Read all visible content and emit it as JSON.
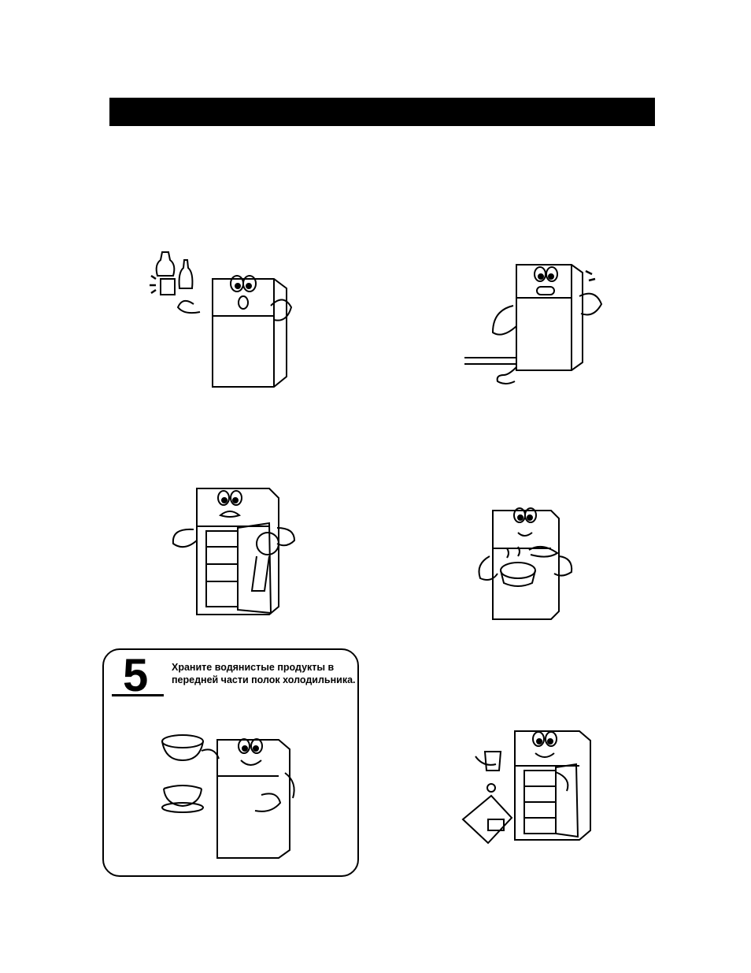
{
  "tip_5": {
    "number": "5",
    "text_line_1": "Храните водянистые продукты в",
    "text_line_2": "передней части полок холодильника."
  },
  "colors": {
    "ink": "#000000",
    "paper": "#ffffff"
  },
  "icons": {
    "illustration_1": "fridge-with-bottles-icon",
    "illustration_2": "fridge-unplugged-icon",
    "illustration_3": "fridge-child-inside-icon",
    "illustration_4": "fridge-hot-pot-icon",
    "illustration_5": "fridge-bowls-icon",
    "illustration_6": "fridge-wrapped-food-icon"
  }
}
